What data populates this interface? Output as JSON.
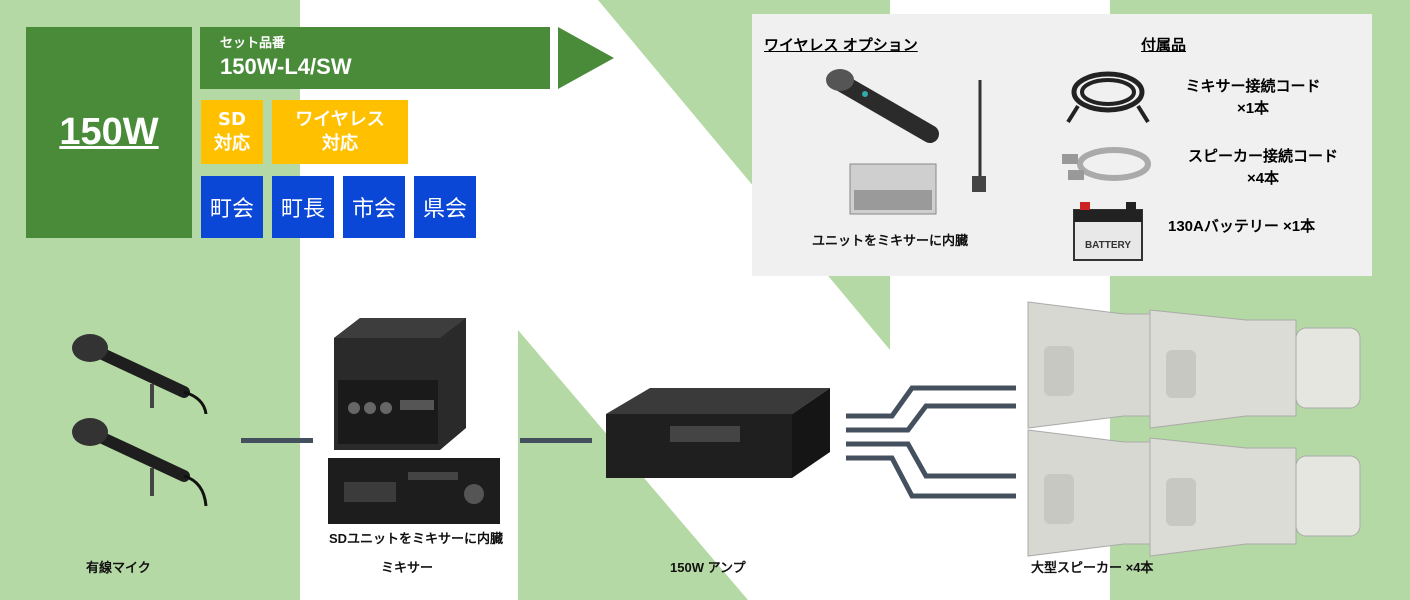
{
  "power": {
    "label": "150W"
  },
  "set": {
    "label": "セット品番",
    "code": "150W-L4/SW"
  },
  "features": {
    "sd": "SD\n対応",
    "wireless": "ワイヤレス\n対応"
  },
  "councils": [
    "町会",
    "町長",
    "市会",
    "県会"
  ],
  "options": {
    "wireless_heading": "ワイヤレス オプション",
    "wireless_caption": "ユニットをミキサーに内臓",
    "accessories_heading": "付属品",
    "accessories": [
      {
        "name": "ミキサー接続コード",
        "qty": "×1本"
      },
      {
        "name": "スピーカー接続コード",
        "qty": "×4本"
      },
      {
        "name": "130Aバッテリー ×1本",
        "qty": ""
      }
    ],
    "battery_text": "BATTERY"
  },
  "components": {
    "mic": "有線マイク",
    "mixer": "ミキサー",
    "mixer_caption": "SDユニットをミキサーに内臓",
    "amp": "150W アンプ",
    "speaker": "大型スピーカー ×4本"
  },
  "colors": {
    "green": "#4a8b3a",
    "yellow": "#ffc000",
    "blue": "#0a47d6",
    "bg": "#b5d9a4",
    "connector": "#45505e"
  }
}
